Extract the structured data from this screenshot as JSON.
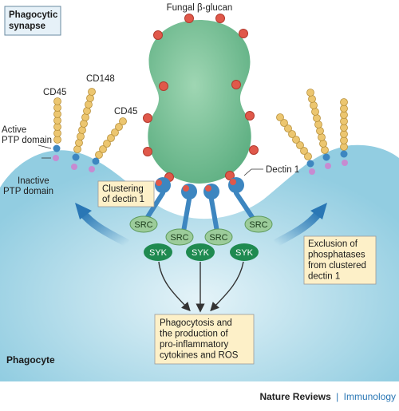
{
  "diagram": {
    "synapse_title": [
      "Phagocytic",
      "synapse"
    ],
    "pathogen_label": "Fungal β-glucan",
    "cd45_left": "CD45",
    "cd148": "CD148",
    "cd45_right": "CD45",
    "active_ptp": [
      "Active",
      "PTP domain"
    ],
    "inactive_ptp": [
      "Inactive",
      "PTP domain"
    ],
    "dectin_label": "Dectin 1",
    "clustering_box": [
      "Clustering",
      "of dectin 1"
    ],
    "exclusion_box": [
      "Exclusion of",
      "phosphatases",
      "from clustered",
      "dectin 1"
    ],
    "outcome_box": [
      "Phagocytosis and",
      "the production of",
      "pro-inflammatory",
      "cytokines and ROS"
    ],
    "src_label": "SRC",
    "syk_label": "SYK",
    "cell_label": "Phagocyte"
  },
  "footer": {
    "journal": "Nature Reviews",
    "separator": "|",
    "section": "Immunology"
  },
  "colors": {
    "fungus": "#7dc29b",
    "glucan": "#e0584a",
    "cell": "#a9d7e7",
    "receptor": "#3d86c0",
    "src": "#9ccc9a",
    "syk": "#1f8a50",
    "box": "#fdf0c8",
    "arrow": "#2a77b5",
    "chain": "#ecc670",
    "inactive": "#c78bd1"
  }
}
